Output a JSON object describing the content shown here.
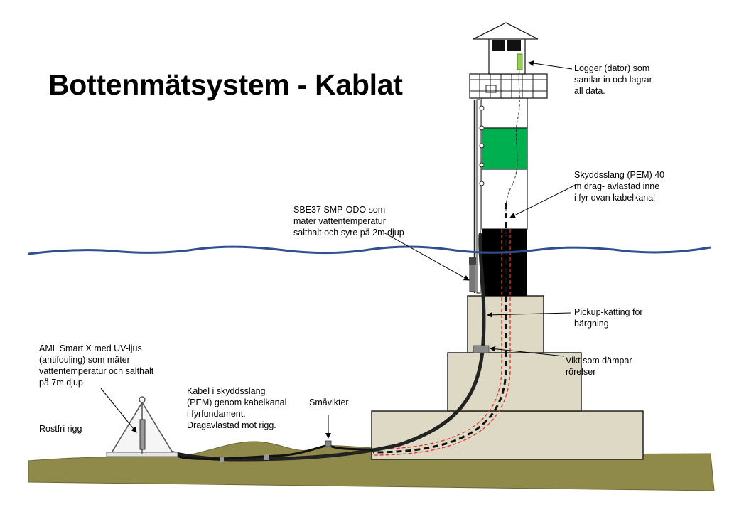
{
  "title": "Bottenmätsystem - Kablat",
  "labels": {
    "logger": "Logger (dator) som\nsamlar in och lagrar\nall data.",
    "pem40": "Skyddsslang (PEM) 40\nm drag- avlastad inne\ni fyr ovan kabelkanal",
    "sbe37": "SBE37  SMP-ODO som\nmäter vattentemperatur\nsalthalt och syre  på 2m djup",
    "pickup": "Pickup-kätting för\nbärgning",
    "vikt": "Vikt som dämpar\nrörelser",
    "aml": "AML  Smart X med UV-ljus\n(antifouling) som mäter\nvattentemperatur och salthalt\npå 7m djup",
    "rigg": "Rostfri  rigg",
    "kabel": "Kabel i skyddsslang\n(PEM) genom kabelkanal\ni fyrfundament.\nDragavlastad mot rigg.",
    "smavikter": "Småvikter"
  },
  "colors": {
    "ground": "#8f8a4a",
    "foundation": "#ddd9c4",
    "tower_green": "#00b050",
    "tower_black": "#000000",
    "water_line": "#2f4f8f",
    "hose_red": "#e03030",
    "logger_green": "#92d050"
  }
}
